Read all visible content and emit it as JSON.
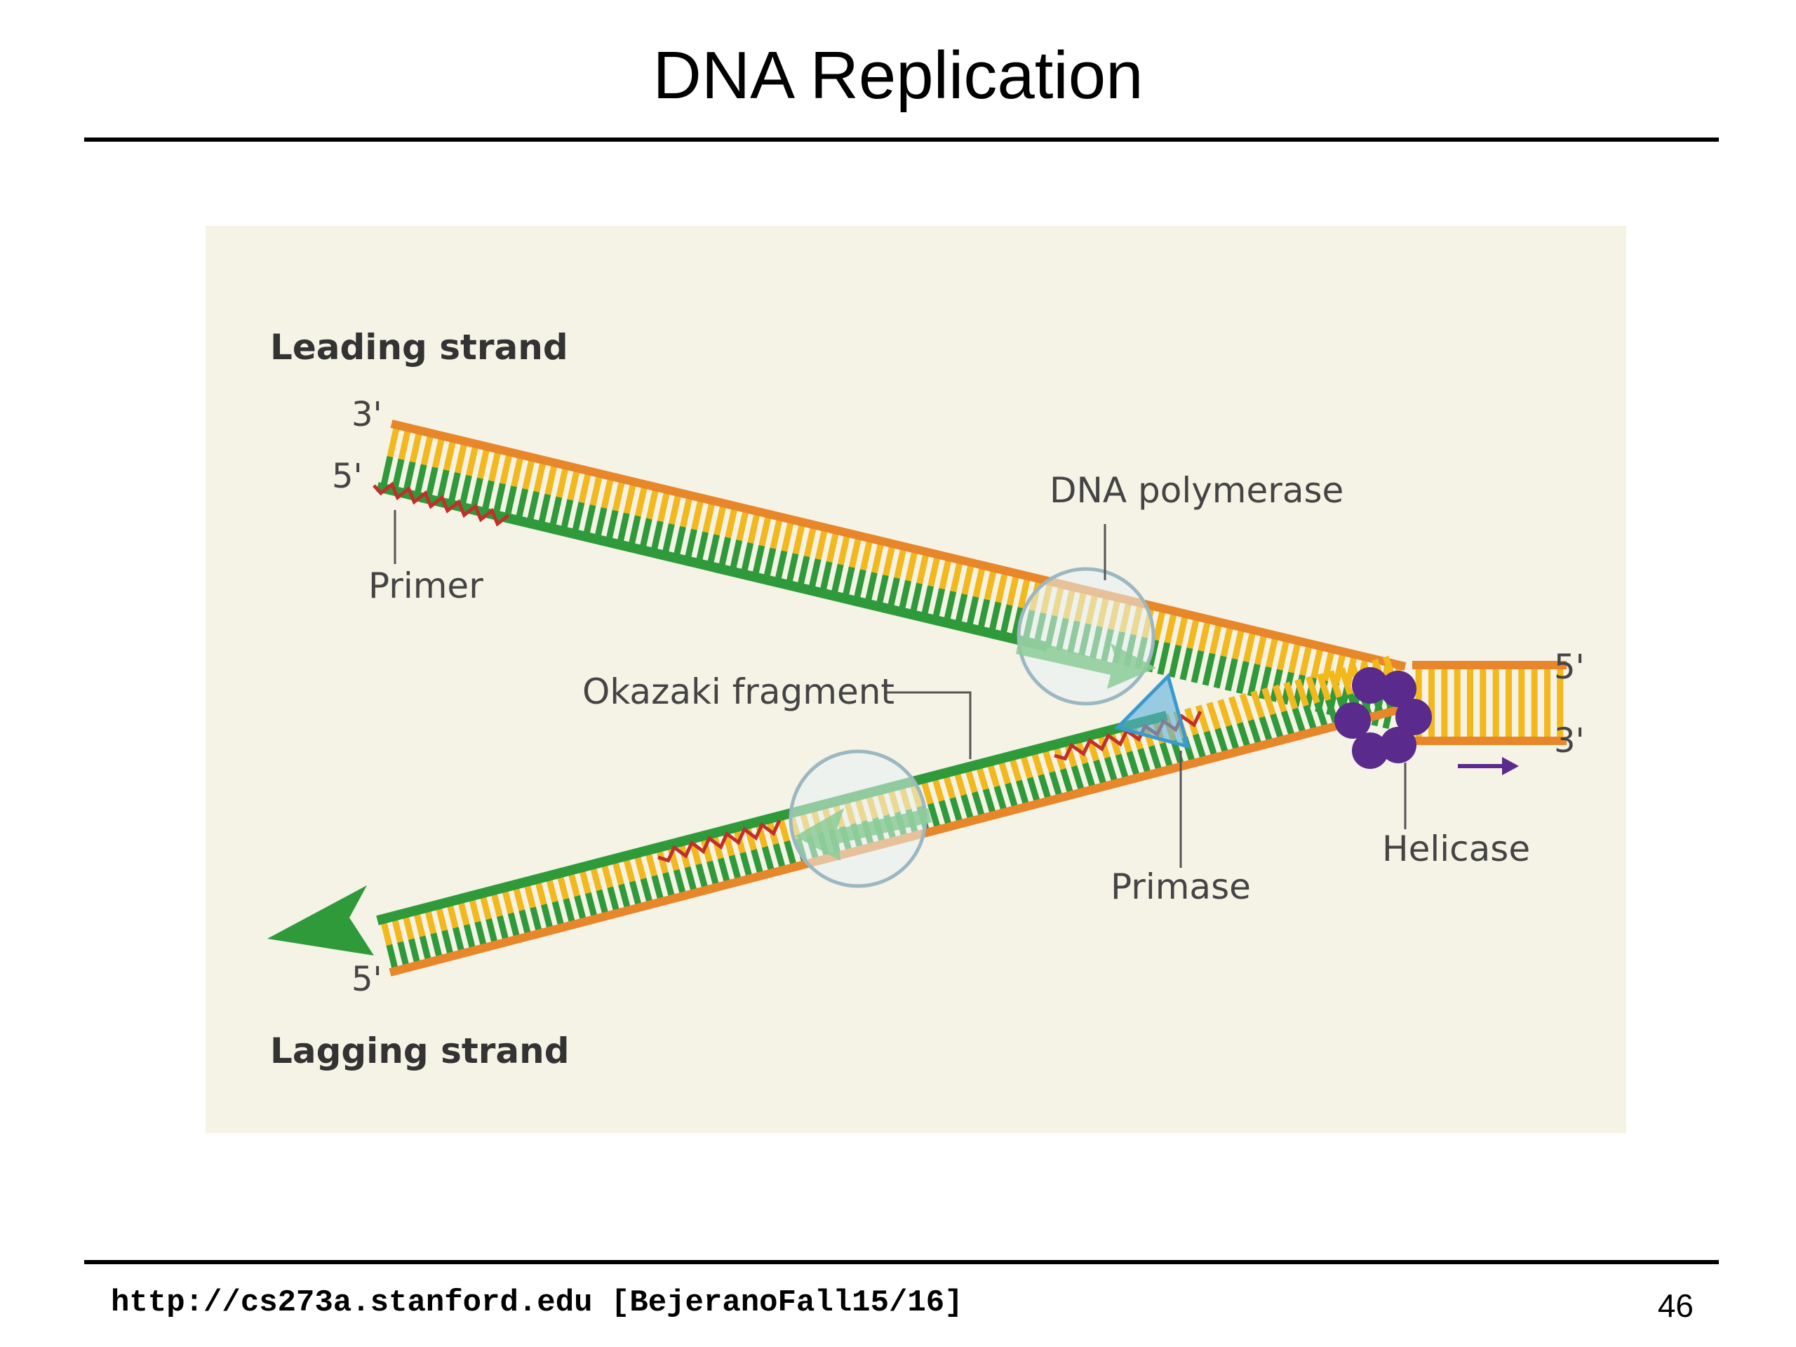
{
  "slide": {
    "title": "DNA Replication",
    "footer_url": "http://cs273a.stanford.edu [BejeranoFall15/16]",
    "page_number": "46"
  },
  "figure": {
    "labels": {
      "leading_strand": "Leading strand",
      "lagging_strand": "Lagging strand",
      "three_prime_leading": "3'",
      "five_prime_leading": "5'",
      "primer": "Primer",
      "dna_polymerase": "DNA polymerase",
      "okazaki_fragment": "Okazaki fragment",
      "primase": "Primase",
      "helicase": "Helicase",
      "five_prime_parent": "5'",
      "three_prime_parent": "3'",
      "five_prime_lagging": "5'"
    },
    "colors": {
      "background": "#f5f2e6",
      "template_strand": "#e8862a",
      "new_strand": "#2e9a3a",
      "base_yellow": "#f2b81c",
      "primer": "#c0302a",
      "helicase": "#5a2a8c",
      "primase": "#5ab0e0",
      "arrow": "#2e9a3a"
    }
  }
}
